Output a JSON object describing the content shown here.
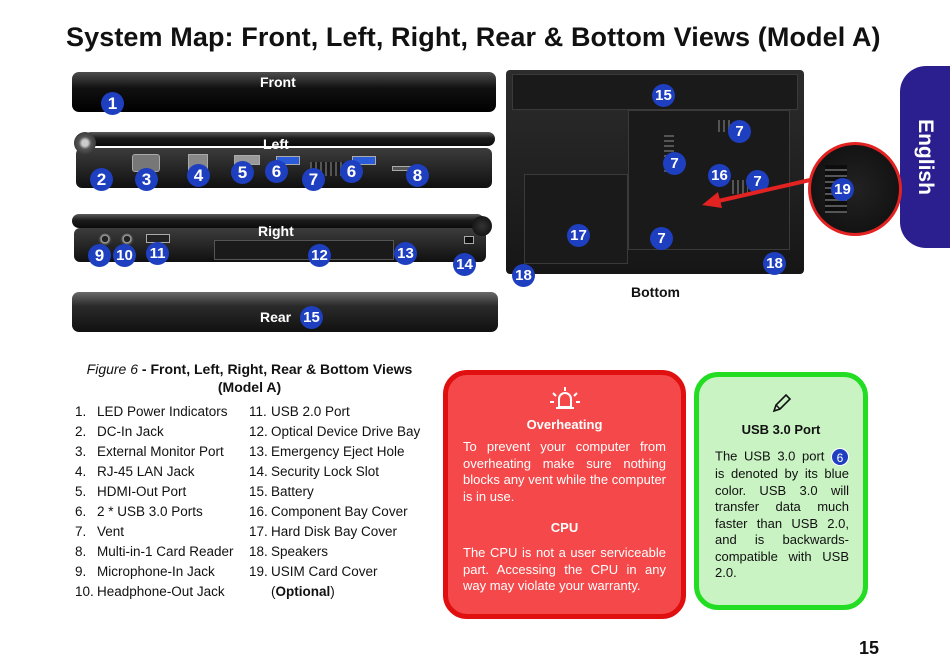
{
  "title": "System Map: Front, Left, Right, Rear & Bottom Views (Model A)",
  "language_tab": "English",
  "views": {
    "front_label": "Front",
    "left_label": "Left",
    "right_label": "Right",
    "rear_label": "Rear",
    "bottom_label": "Bottom"
  },
  "callouts": {
    "front": [
      "1"
    ],
    "left": [
      "2",
      "3",
      "4",
      "5",
      "6",
      "7",
      "6",
      "8"
    ],
    "right": [
      "9",
      "10",
      "11",
      "12",
      "13",
      "14"
    ],
    "rear": [
      "15"
    ],
    "bottom": [
      "15",
      "7",
      "7",
      "16",
      "7",
      "19",
      "17",
      "7",
      "18",
      "18"
    ]
  },
  "caption": {
    "figure": "Figure 6",
    "text": " - Front, Left, Right, Rear & Bottom Views (Model A)"
  },
  "legend_left": [
    {
      "num": "1.",
      "label": "LED Power Indicators"
    },
    {
      "num": "2.",
      "label": "DC-In Jack"
    },
    {
      "num": "3.",
      "label": "External Monitor Port"
    },
    {
      "num": "4.",
      "label": "RJ-45 LAN Jack"
    },
    {
      "num": "5.",
      "label": "HDMI-Out Port"
    },
    {
      "num": "6.",
      "label": "2 * USB 3.0 Ports"
    },
    {
      "num": "7.",
      "label": "Vent"
    },
    {
      "num": "8.",
      "label": "Multi-in-1 Card Reader"
    },
    {
      "num": "9.",
      "label": "Microphone-In Jack"
    },
    {
      "num": "10.",
      "label": "Headphone-Out Jack"
    }
  ],
  "legend_right": [
    {
      "num": "11.",
      "label": "USB 2.0 Port"
    },
    {
      "num": "12.",
      "label": "Optical Device Drive Bay"
    },
    {
      "num": "13.",
      "label": "Emergency Eject Hole"
    },
    {
      "num": "14.",
      "label": "Security Lock Slot"
    },
    {
      "num": "15.",
      "label": "Battery"
    },
    {
      "num": "16.",
      "label": "Component Bay Cover"
    },
    {
      "num": "17.",
      "label": "Hard Disk Bay Cover"
    },
    {
      "num": "18.",
      "label": "Speakers"
    },
    {
      "num": "19.",
      "label": "USIM Card Cover"
    }
  ],
  "legend_optional": {
    "open": "(",
    "word": "Optional",
    "close": ")"
  },
  "note_overheating": {
    "icon": "overheating-alarm-icon",
    "heading": "Overheating",
    "body": "To prevent your computer from overheating make sure nothing blocks any vent while the computer is in use.",
    "heading2": "CPU",
    "body2": "The CPU is not a user serviceable part. Accessing the CPU in any way may violate your warranty."
  },
  "note_usb": {
    "icon": "pencil-note-icon",
    "heading": "USB 3.0 Port",
    "body_before": "The USB 3.0 port",
    "badge": "6",
    "body_after": "is denoted by its blue color. USB 3.0 will transfer data much faster than USB 2.0, and is backwards-compatible with USB 2.0."
  },
  "page_number": "15",
  "colors": {
    "callout_blue": "#1e3fbf",
    "tab_navy": "#2b1f8f",
    "warning_red": "#f4484a",
    "note_green": "#c9f3c3"
  }
}
